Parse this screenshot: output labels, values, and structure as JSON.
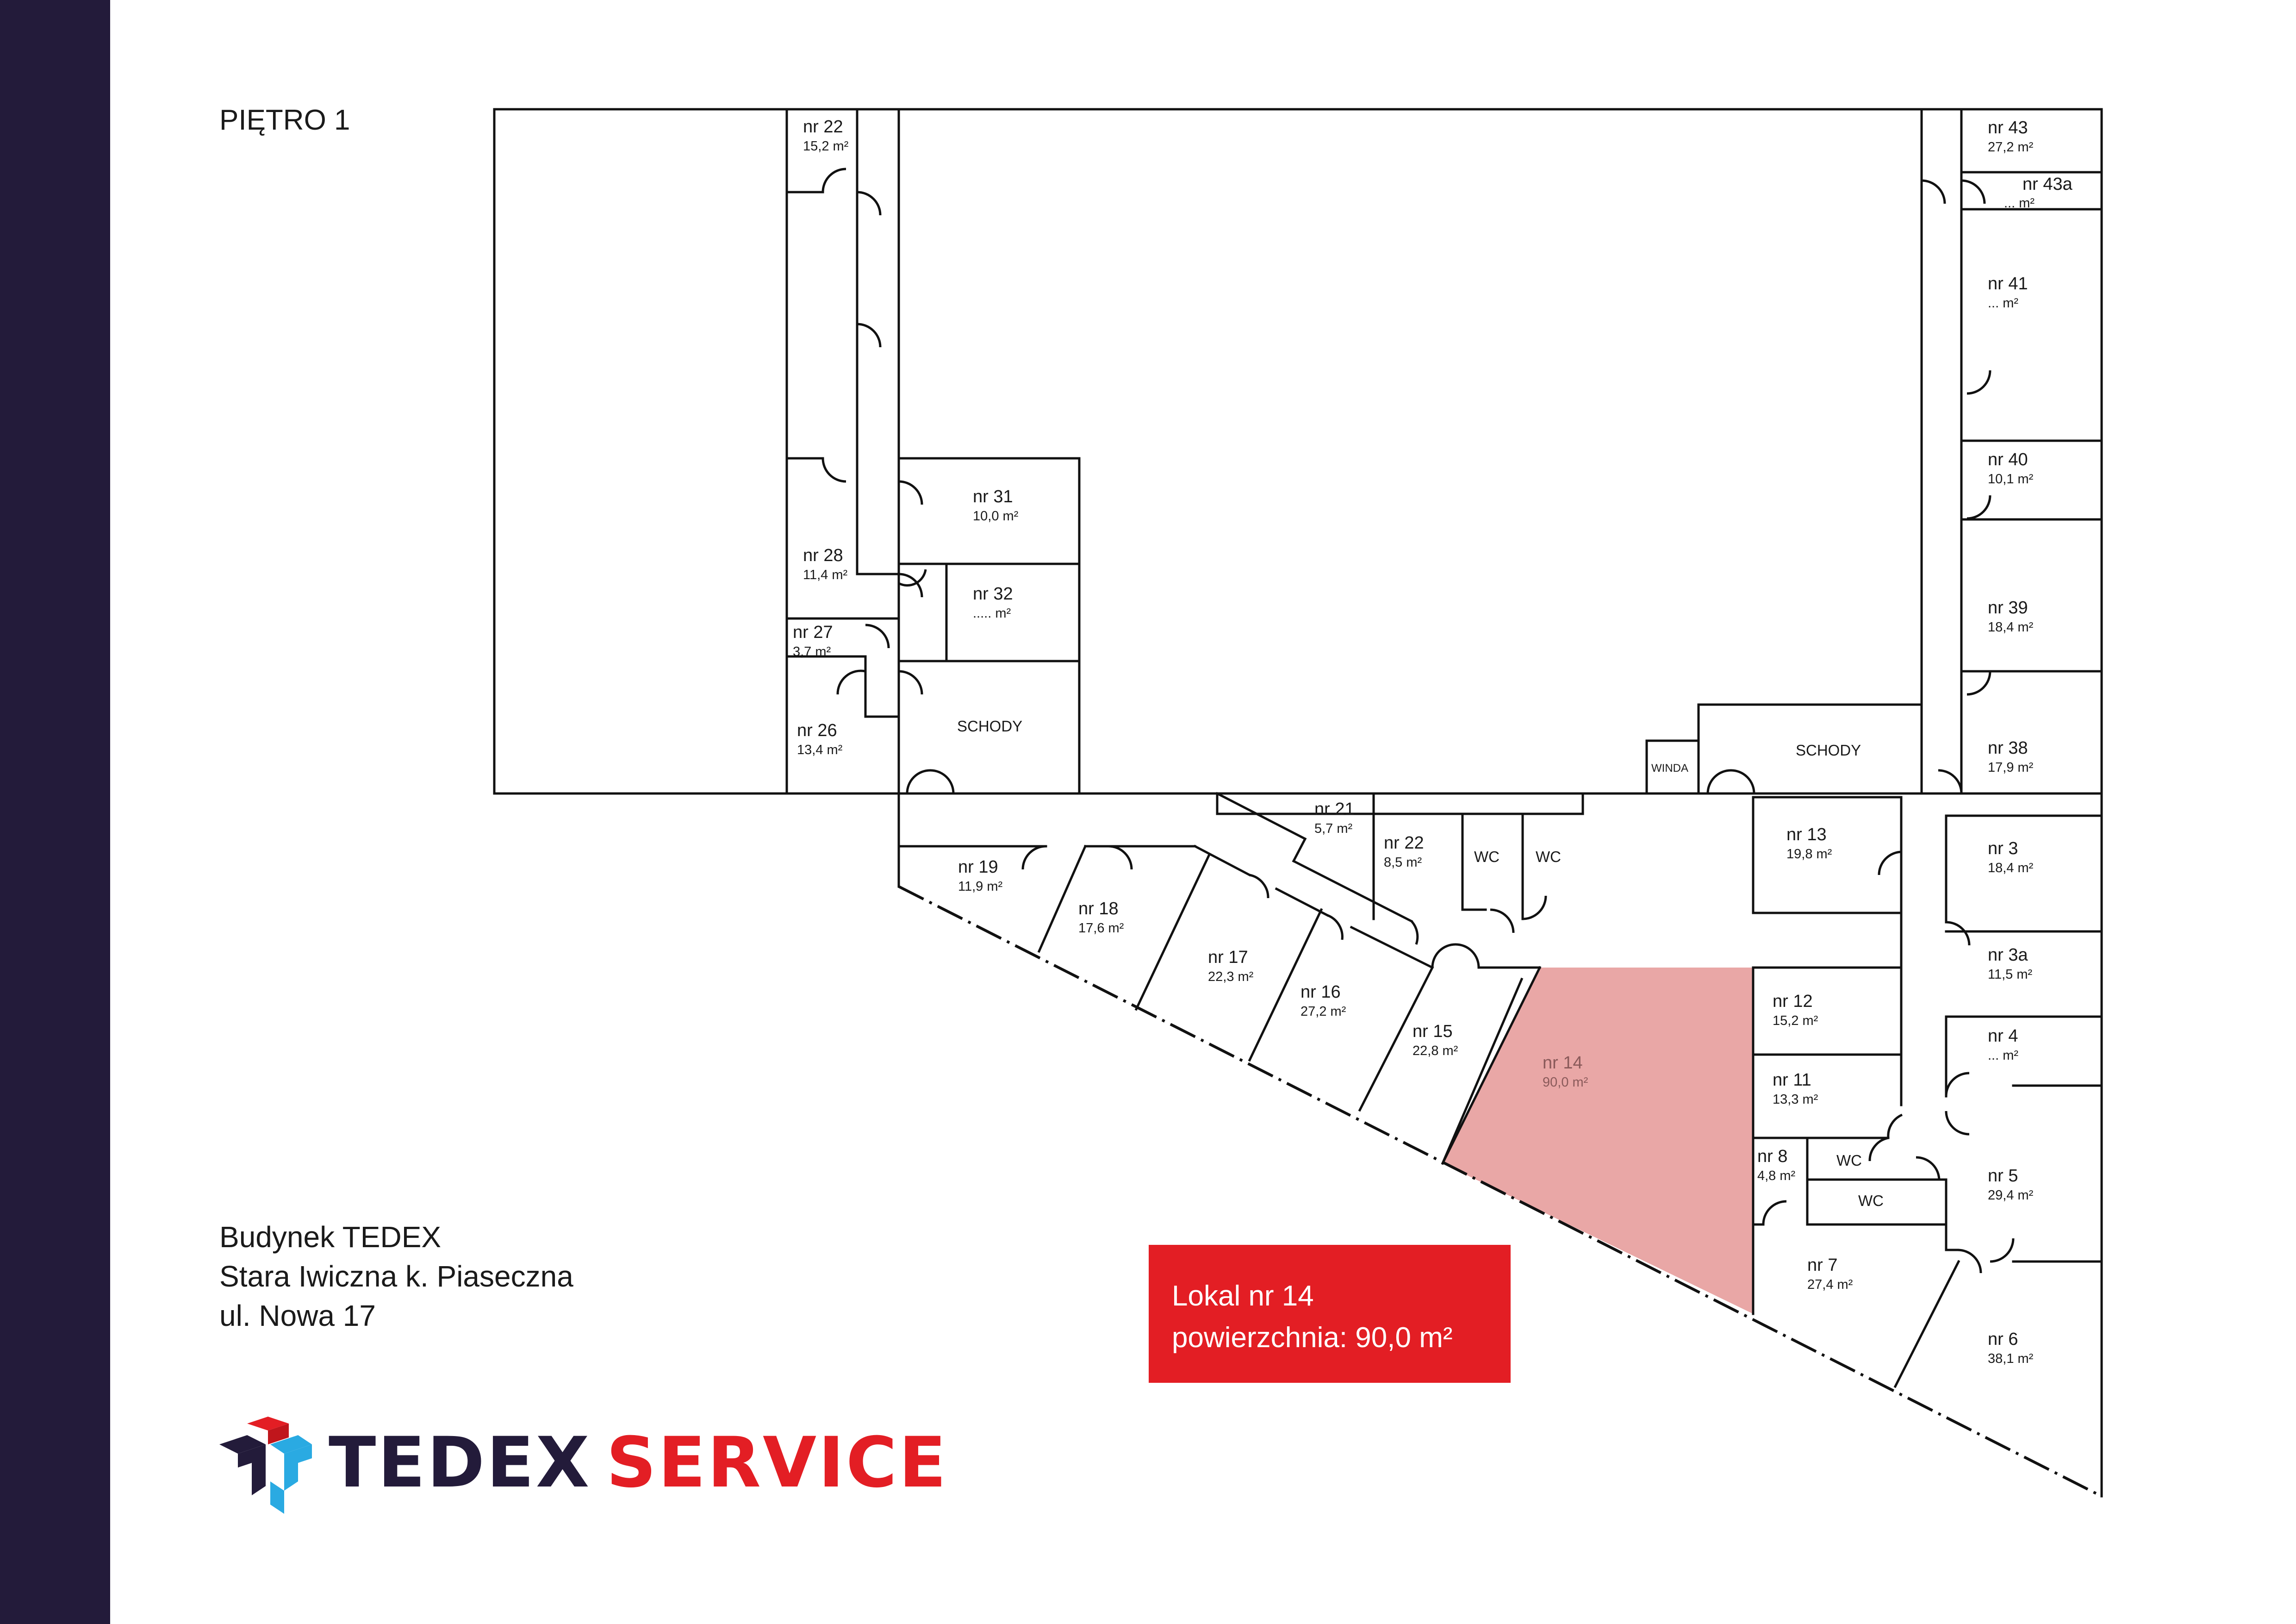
{
  "floor_label": "PIĘTRO 1",
  "address": {
    "line1": "Budynek TEDEX",
    "line2": "Stara Iwiczna k. Piaseczna",
    "line3": "ul. Nowa 17"
  },
  "highlight": {
    "line1": "Lokal nr 14",
    "line2": "powierzchnia: 90,0 m²"
  },
  "brand": {
    "word1": "TEDEX",
    "word2": "SERVICE"
  },
  "colors": {
    "sidebar": "#231b3a",
    "highlight_box": "#e31e24",
    "selected_room": "#e9a7a6",
    "brand_navy": "#231b3a",
    "brand_red": "#e31e24",
    "logo_cyan": "#2aaae2"
  },
  "rooms": [
    {
      "id": "r22a",
      "nr": "nr 22",
      "area": "15,2 m²"
    },
    {
      "id": "r31",
      "nr": "nr 31",
      "area": "10,0 m²"
    },
    {
      "id": "r28",
      "nr": "nr 28",
      "area": "11,4 m²"
    },
    {
      "id": "r32",
      "nr": "nr 32",
      "area": "..... m²"
    },
    {
      "id": "r27",
      "nr": "nr 27",
      "area": "3,7 m²"
    },
    {
      "id": "r26",
      "nr": "nr 26",
      "area": "13,4 m²"
    },
    {
      "id": "r43",
      "nr": "nr 43",
      "area": "27,2 m²"
    },
    {
      "id": "r43a",
      "nr": "nr 43a",
      "area": "... m²"
    },
    {
      "id": "r41",
      "nr": "nr 41",
      "area": "... m²"
    },
    {
      "id": "r40",
      "nr": "nr 40",
      "area": "10,1 m²"
    },
    {
      "id": "r39",
      "nr": "nr 39",
      "area": "18,4 m²"
    },
    {
      "id": "r38",
      "nr": "nr 38",
      "area": "17,9 m²"
    },
    {
      "id": "r3",
      "nr": "nr 3",
      "area": "18,4 m²"
    },
    {
      "id": "r3a",
      "nr": "nr 3a",
      "area": "11,5 m²"
    },
    {
      "id": "r4",
      "nr": "nr 4",
      "area": "... m²"
    },
    {
      "id": "r5",
      "nr": "nr 5",
      "area": "29,4 m²"
    },
    {
      "id": "r6",
      "nr": "nr 6",
      "area": "38,1 m²"
    },
    {
      "id": "r7",
      "nr": "nr 7",
      "area": "27,4 m²"
    },
    {
      "id": "r8",
      "nr": "nr 8",
      "area": "4,8 m²"
    },
    {
      "id": "r11",
      "nr": "nr 11",
      "area": "13,3 m²"
    },
    {
      "id": "r12",
      "nr": "nr 12",
      "area": "15,2 m²"
    },
    {
      "id": "r13",
      "nr": "nr 13",
      "area": "19,8 m²"
    },
    {
      "id": "r14",
      "nr": "nr 14",
      "area": "90,0 m²"
    },
    {
      "id": "r15",
      "nr": "nr 15",
      "area": "22,8 m²"
    },
    {
      "id": "r16",
      "nr": "nr 16",
      "area": "27,2 m²"
    },
    {
      "id": "r17",
      "nr": "nr 17",
      "area": "22,3 m²"
    },
    {
      "id": "r18",
      "nr": "nr 18",
      "area": "17,6 m²"
    },
    {
      "id": "r19",
      "nr": "nr 19",
      "area": "11,9 m²"
    },
    {
      "id": "r21",
      "nr": "nr 21",
      "area": "5,7 m²"
    },
    {
      "id": "r22b",
      "nr": "nr 22",
      "area": "8,5 m²"
    }
  ],
  "labels": {
    "schody": "SCHODY",
    "winda": "WINDA",
    "wc": "WC"
  }
}
